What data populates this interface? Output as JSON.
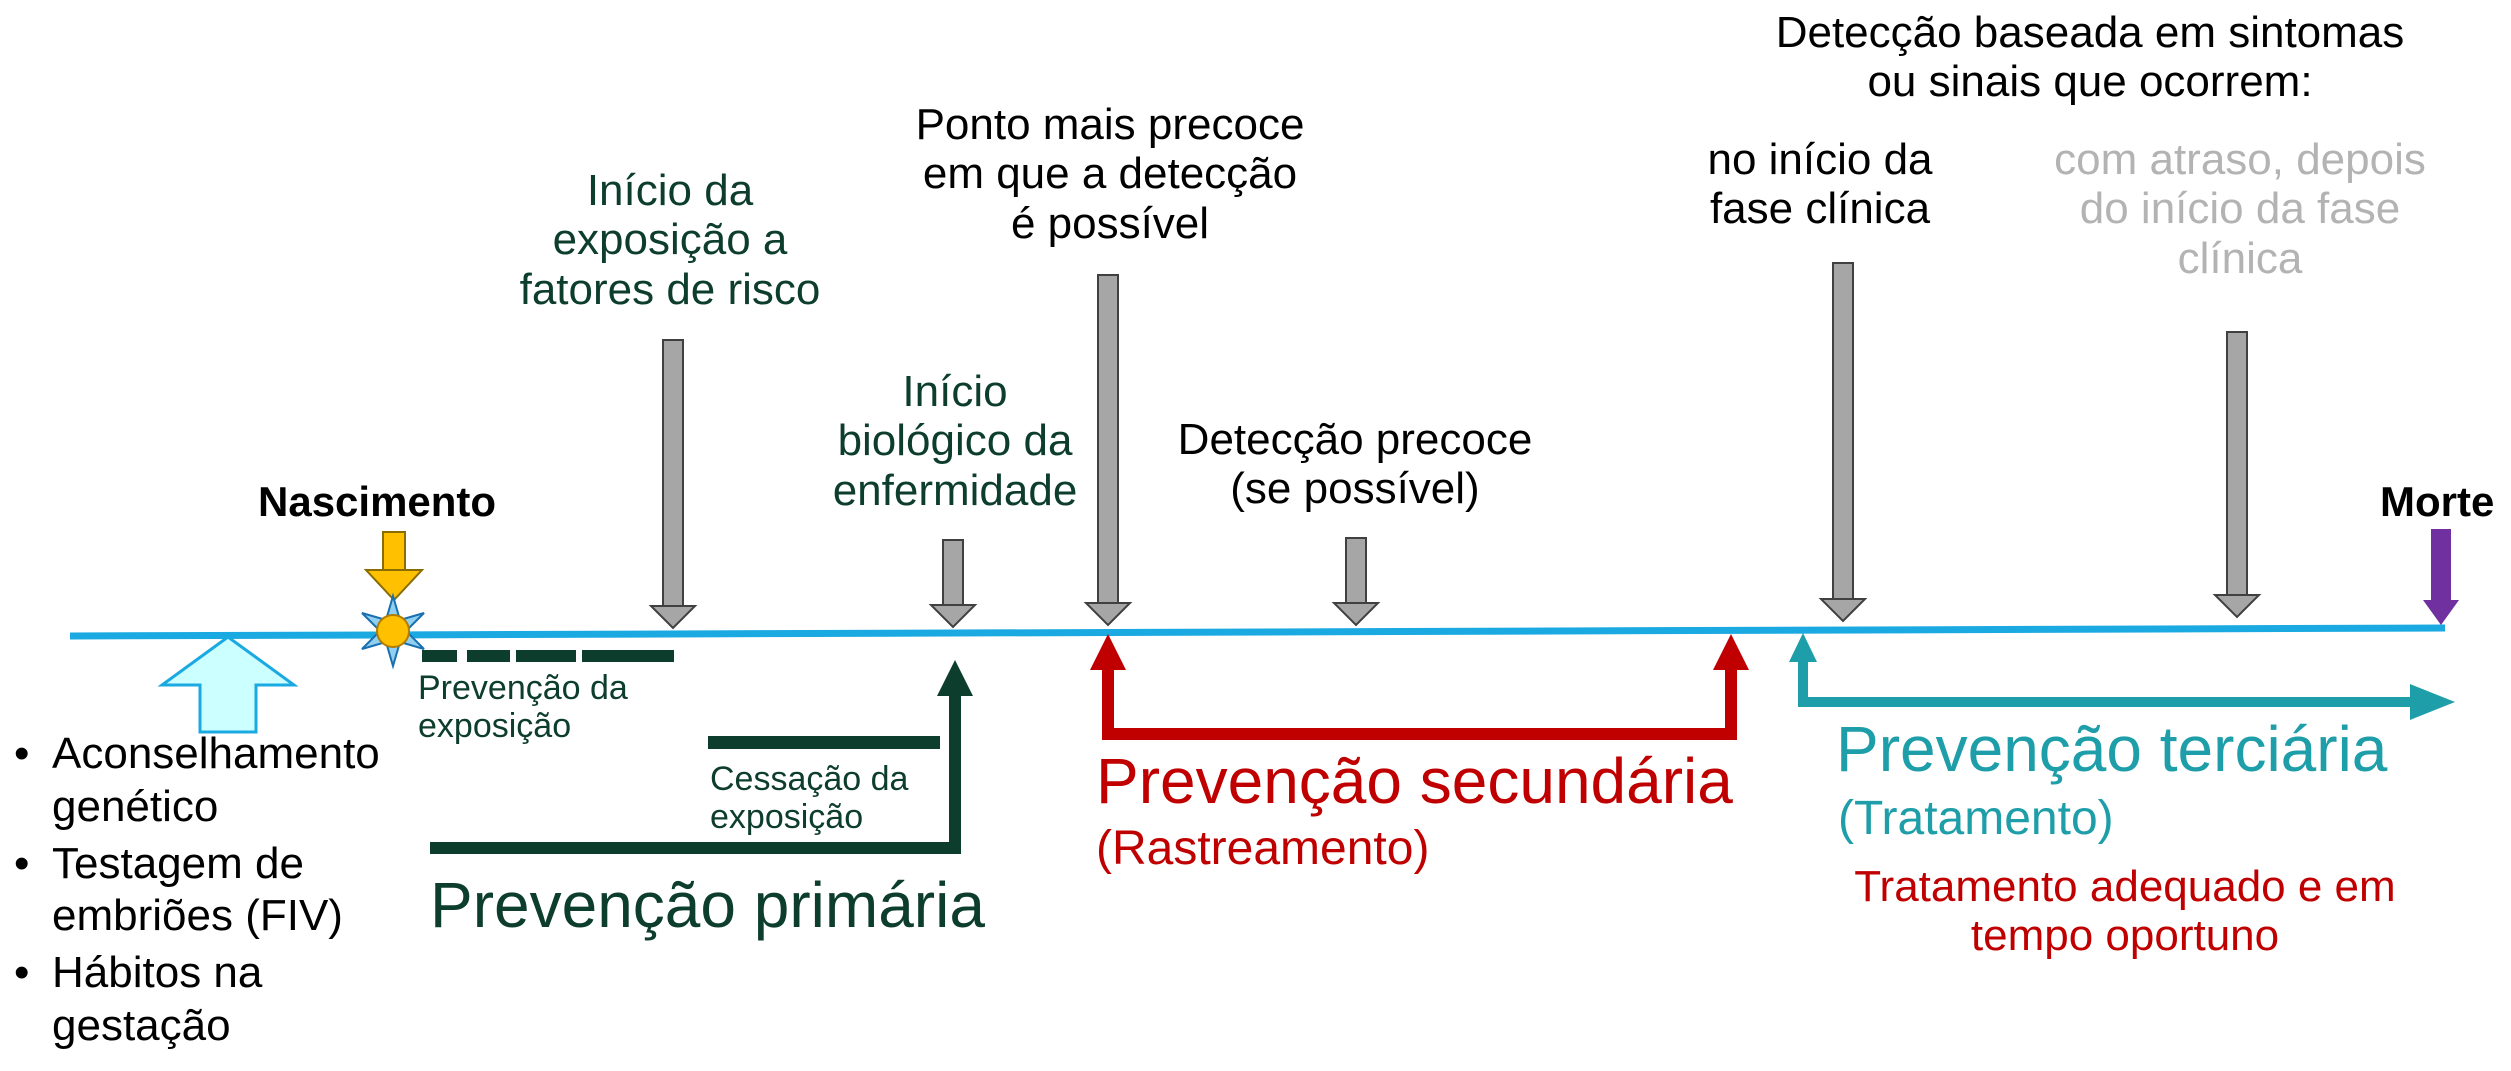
{
  "labels": {
    "nascimento": "Nascimento",
    "morte": "Morte",
    "inicio_exposicao": "Início da\nexposição a\nfatores de risco",
    "inicio_biologico": "Início\nbiológico da\nenfermidade",
    "ponto_precoce": "Ponto mais precoce\nem que a detecção\né possível",
    "deteccao_precoce": "Detecção precoce\n(se possível)",
    "deteccao_sintomas": "Detecção baseada em sintomas\nou sinais que ocorrem:",
    "inicio_fase_clinica": "no início da\nfase clínica",
    "com_atraso": "com atraso, depois\ndo início da fase\nclínica",
    "prevencao_exposicao": "Prevenção da\nexposição",
    "cessacao_exposicao": "Cessação da\nexposição",
    "prevencao_primaria": "Prevenção primária",
    "prevencao_secundaria": "Prevenção secundária",
    "rastreamento": "(Rastreamento)",
    "prevencao_terciaria": "Prevenção terciária",
    "tratamento": "(Tratamento)",
    "tratamento_adequado": "Tratamento adequado e em\ntempo oportuno"
  },
  "pre_birth_list": [
    "Aconselhamento\ngenético",
    "Testagem de\nembriões (FIV)",
    "Hábitos na\ngestação"
  ],
  "colors": {
    "timeline": "#1aa9e0",
    "dark_green": "#0d3d2c",
    "red": "#c00000",
    "teal": "#1d9ea8",
    "gray_arrow": "#a6a6a6",
    "light_gray_text": "#b3b3b3",
    "birth_arrow": "#ffc000",
    "death_arrow": "#7030a0",
    "light_cyan": "#ccffff"
  }
}
